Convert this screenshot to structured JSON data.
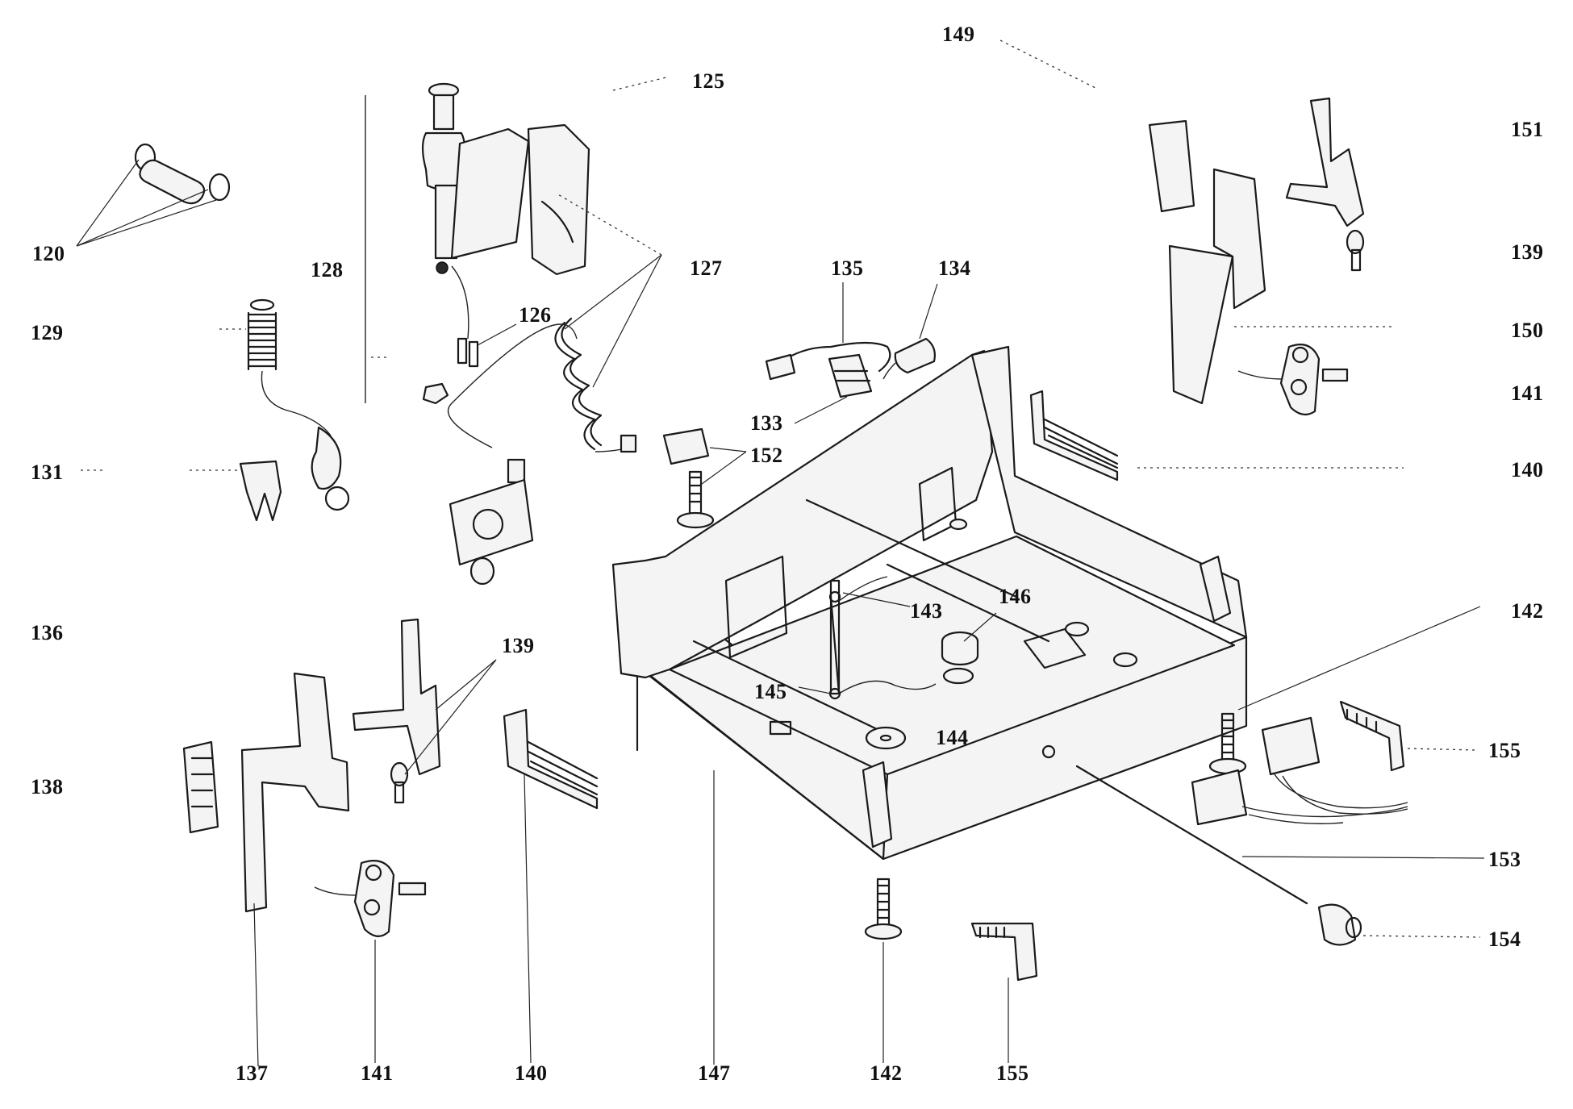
{
  "callouts": {
    "c120": "120",
    "c125": "125",
    "c126": "126",
    "c127": "127",
    "c128": "128",
    "c129": "129",
    "c131": "131",
    "c133": "133",
    "c134": "134",
    "c135": "135",
    "c136": "136",
    "c137": "137",
    "c138": "138",
    "c139_left": "139",
    "c139_right": "139",
    "c140_bottom": "140",
    "c140_right": "140",
    "c141_bottom": "141",
    "c141_right": "141",
    "c142_bottom": "142",
    "c142_right": "142",
    "c143": "143",
    "c144": "144",
    "c145": "145",
    "c146": "146",
    "c147": "147",
    "c149": "149",
    "c150": "150",
    "c151": "151",
    "c152": "152",
    "c153": "153",
    "c154": "154",
    "c155_bottom": "155",
    "c155_right": "155"
  },
  "colors": {
    "ink": "#1a1a1a",
    "paper": "#ffffff"
  }
}
